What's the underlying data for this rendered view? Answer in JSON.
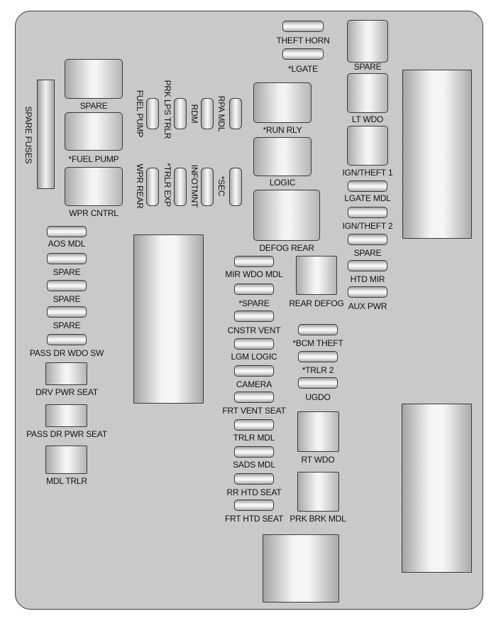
{
  "labels": {
    "theft_horn": "THEFT HORN",
    "lgate": "*LGATE",
    "spare_tr": "SPARE",
    "lt_wdo": "LT WDO",
    "ign_theft_1": "IGN/THEFT 1",
    "lgate_mdl": "LGATE MDL",
    "ign_theft_2": "IGN/THEFT 2",
    "spare_r": "SPARE",
    "htd_mir": "HTD MIR",
    "aux_pwr": "AUX PWR",
    "spare_fuses": "SPARE FUSES",
    "spare_tl": "SPARE",
    "fuel_pump_relay": "*FUEL PUMP",
    "wpr_cntrl": "WPR CNTRL",
    "fuel_pump": "FUEL PUMP",
    "prk_lps_trlr": "PRK LPS TRLR",
    "rdm": "RDM",
    "rpa_mdl": "RPA MDL",
    "wpr_rear": "WPR REAR",
    "trlr_exp": "*TRLR EXP",
    "infotmnt": "INFOTMNT",
    "sec": "*SEC",
    "run_rly": "*RUN RLY",
    "logic": "LOGIC",
    "defog_rear": "DEFOG REAR",
    "aos_mdl": "AOS MDL",
    "spare_l1": "SPARE",
    "spare_l2": "SPARE",
    "spare_l3": "SPARE",
    "pass_dr_wdo_sw": "PASS DR WDO SW",
    "drv_pwr_seat": "DRV PWR SEAT",
    "pass_dr_pwr_seat": "PASS DR PWR SEAT",
    "mdl_trlr": "MDL TRLR",
    "mir_wdo_mdl": "MIR WDO MDL",
    "spare_c": "*SPARE",
    "cnstr_vent": "CNSTR VENT",
    "lgm_logic": "LGM LOGIC",
    "camera": "CAMERA",
    "frt_vent_seat": "FRT VENT SEAT",
    "trlr_mdl": "TRLR MDL",
    "sads_mdl": "SADS MDL",
    "rr_htd_seat": "RR HTD SEAT",
    "frt_htd_seat": "FRT HTD SEAT",
    "rear_defog": "REAR DEFOG",
    "bcm_theft": "*BCM THEFT",
    "trlr_2": "*TRLR 2",
    "ugdo": "UGDO",
    "rt_wdo": "RT WDO",
    "prk_brk_mdl": "PRK BRK MDL"
  }
}
